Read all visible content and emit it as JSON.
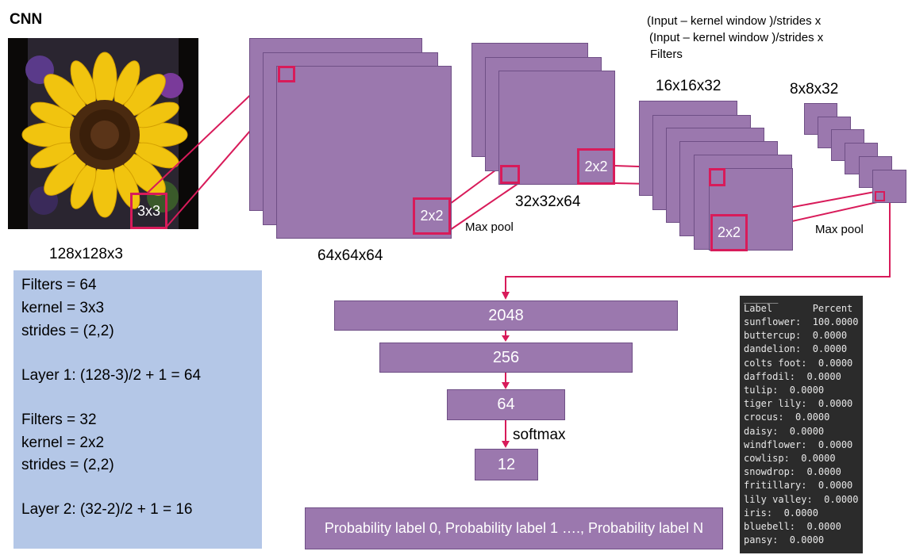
{
  "title": "CNN",
  "formula": {
    "line1": "(Input – kernel window )/strides  x",
    "line2": "(Input – kernel window )/strides x",
    "line3": "Filters"
  },
  "input": {
    "dims": "128x128x3",
    "kernel_label": "3x3"
  },
  "conv1": {
    "dims": "64x64x64",
    "pool_label": "2x2"
  },
  "pool1": {
    "dims": "32x32x64",
    "pool_label": "2x2",
    "op_label": "Max pool"
  },
  "conv2": {
    "dims": "16x16x32",
    "pool_label": "2x2"
  },
  "pool2": {
    "dims": "8x8x32",
    "op_label": "Max pool"
  },
  "dense": {
    "d1": "2048",
    "d2": "256",
    "d3": "64",
    "activation": "softmax",
    "out": "12"
  },
  "output_text": "Probability label 0, Probability label 1 …., Probability label N",
  "info": {
    "l1": "Filters = 64",
    "l2": "kernel = 3x3",
    "l3": "strides =  (2,2)",
    "l4": "Layer 1: (128-3)/2 + 1 = 64",
    "l5": "Filters = 32",
    "l6": "kernel = 2x2",
    "l7": "strides =  (2,2)",
    "l8": "Layer 2: (32-2)/2 + 1 = 16"
  },
  "console": {
    "rule": "______",
    "header": "Label       Percent",
    "rows": [
      "sunflower:  100.0000",
      "buttercup:  0.0000",
      "dandelion:  0.0000",
      "colts foot:  0.0000",
      "daffodil:  0.0000",
      "tulip:  0.0000",
      "tiger lily:  0.0000",
      "crocus:  0.0000",
      "daisy:  0.0000",
      "windflower:  0.0000",
      "cowlisp:  0.0000",
      "snowdrop:  0.0000",
      "fritillary:  0.0000",
      "lily valley:  0.0000",
      "iris:  0.0000",
      "bluebell:  0.0000",
      "pansy:  0.0000"
    ]
  },
  "colors": {
    "map_fill": "#9b78ae",
    "connector": "#d81b5a",
    "info_bg": "#b4c7e7",
    "console_bg": "#2b2b2b"
  }
}
